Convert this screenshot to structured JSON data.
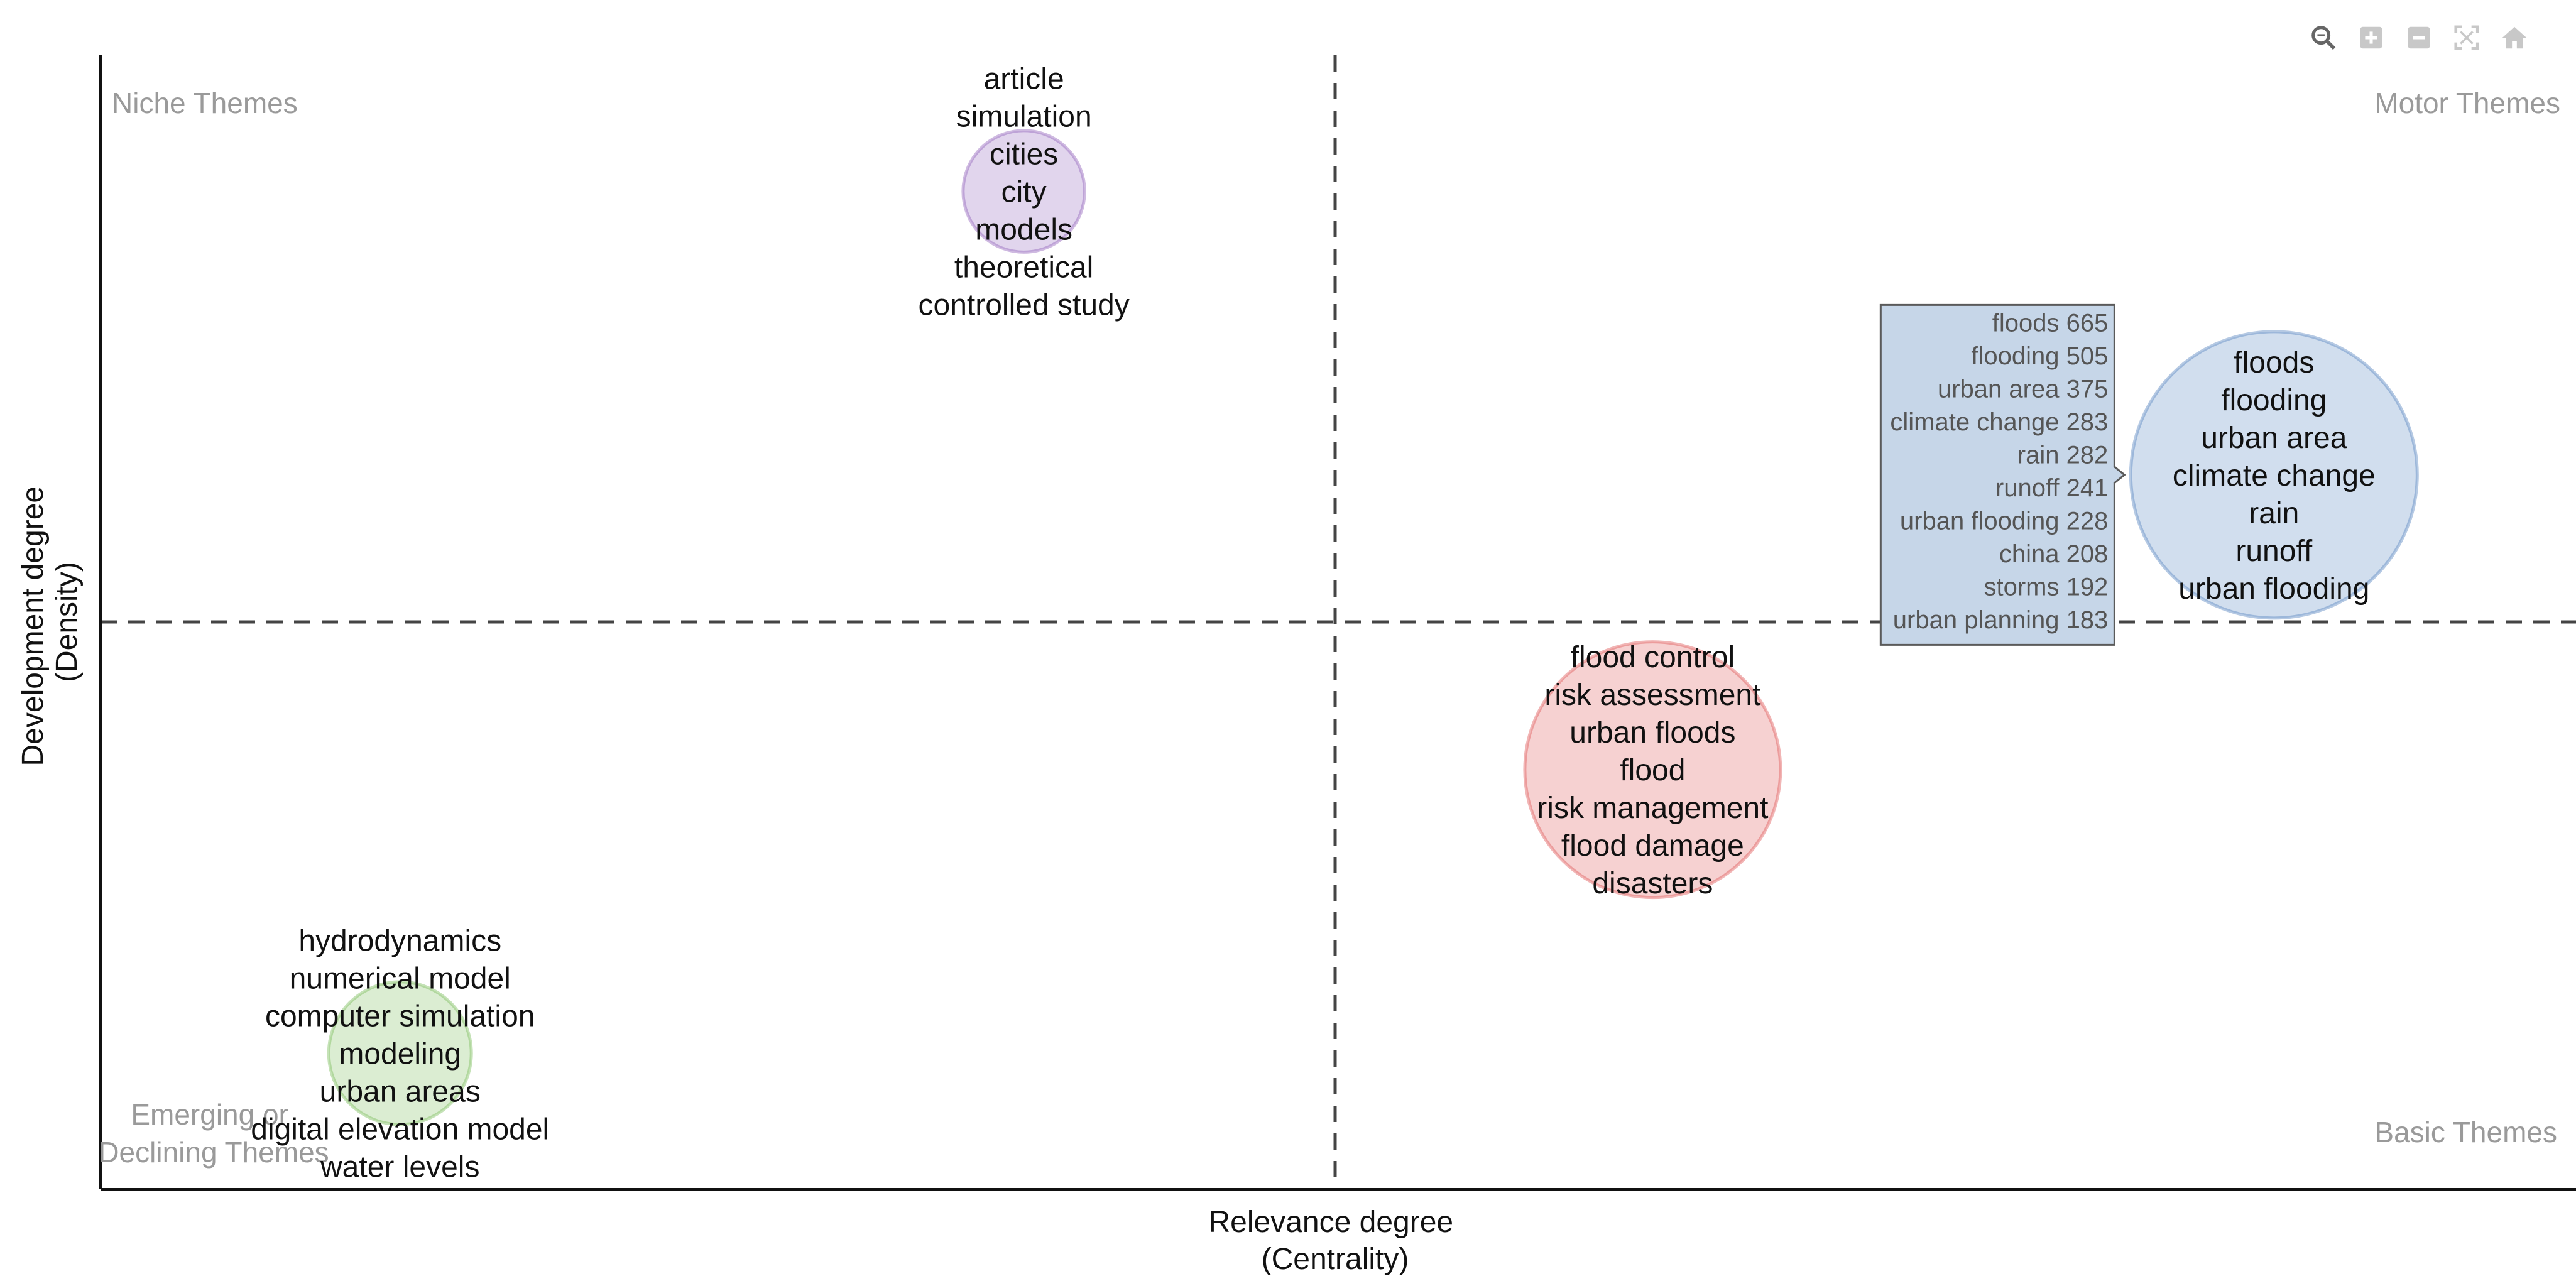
{
  "chart_data": {
    "type": "scatter",
    "subtype": "thematic map bubble chart",
    "xlabel": [
      "Relevance degree",
      "(Centrality)"
    ],
    "ylabel": [
      "Development degree",
      "(Density)"
    ],
    "quadrant_labels": {
      "top_left": "Niche Themes",
      "top_right": "Motor Themes",
      "bottom_left": [
        "Emerging or",
        "Declining Themes"
      ],
      "bottom_right": "Basic Themes"
    },
    "grid": false,
    "x_divider": 0.5,
    "y_divider": 0.5,
    "clusters": [
      {
        "x": 0.373,
        "y": 0.88,
        "size": 0.08,
        "color": "#9467bd",
        "words": [
          "article",
          "simulation",
          "cities",
          "city",
          "models",
          "theoretical",
          "controlled study"
        ]
      },
      {
        "x": 0.878,
        "y": 0.63,
        "size": 1.0,
        "color": "#5b87c2",
        "words": [
          "floods",
          "flooding",
          "urban area",
          "climate change",
          "rain",
          "runoff",
          "urban flooding"
        ]
      },
      {
        "x": 0.627,
        "y": 0.37,
        "size": 0.75,
        "color": "#e05a5a",
        "words": [
          "flood control",
          "risk assessment",
          "urban floods",
          "flood",
          "risk management",
          "flood damage",
          "disasters"
        ]
      },
      {
        "x": 0.121,
        "y": 0.12,
        "size": 0.14,
        "color": "#7fbf5f",
        "words": [
          "hydrodynamics",
          "numerical model",
          "computer simulation",
          "modeling",
          "urban areas",
          "digital elevation model",
          "water levels"
        ]
      }
    ],
    "hover_tooltip": {
      "cluster": 1,
      "items": [
        {
          "term": "floods",
          "freq": 665
        },
        {
          "term": "flooding",
          "freq": 505
        },
        {
          "term": "urban area",
          "freq": 375
        },
        {
          "term": "climate change",
          "freq": 283
        },
        {
          "term": "rain",
          "freq": 282
        },
        {
          "term": "runoff",
          "freq": 241
        },
        {
          "term": "urban flooding",
          "freq": 228
        },
        {
          "term": "china",
          "freq": 208
        },
        {
          "term": "storms",
          "freq": 192
        },
        {
          "term": "urban planning",
          "freq": 183
        }
      ]
    }
  },
  "modebar": {
    "icons": [
      "zoom-icon",
      "zoom-in-icon",
      "zoom-out-icon",
      "autoscale-icon",
      "home-icon"
    ]
  }
}
